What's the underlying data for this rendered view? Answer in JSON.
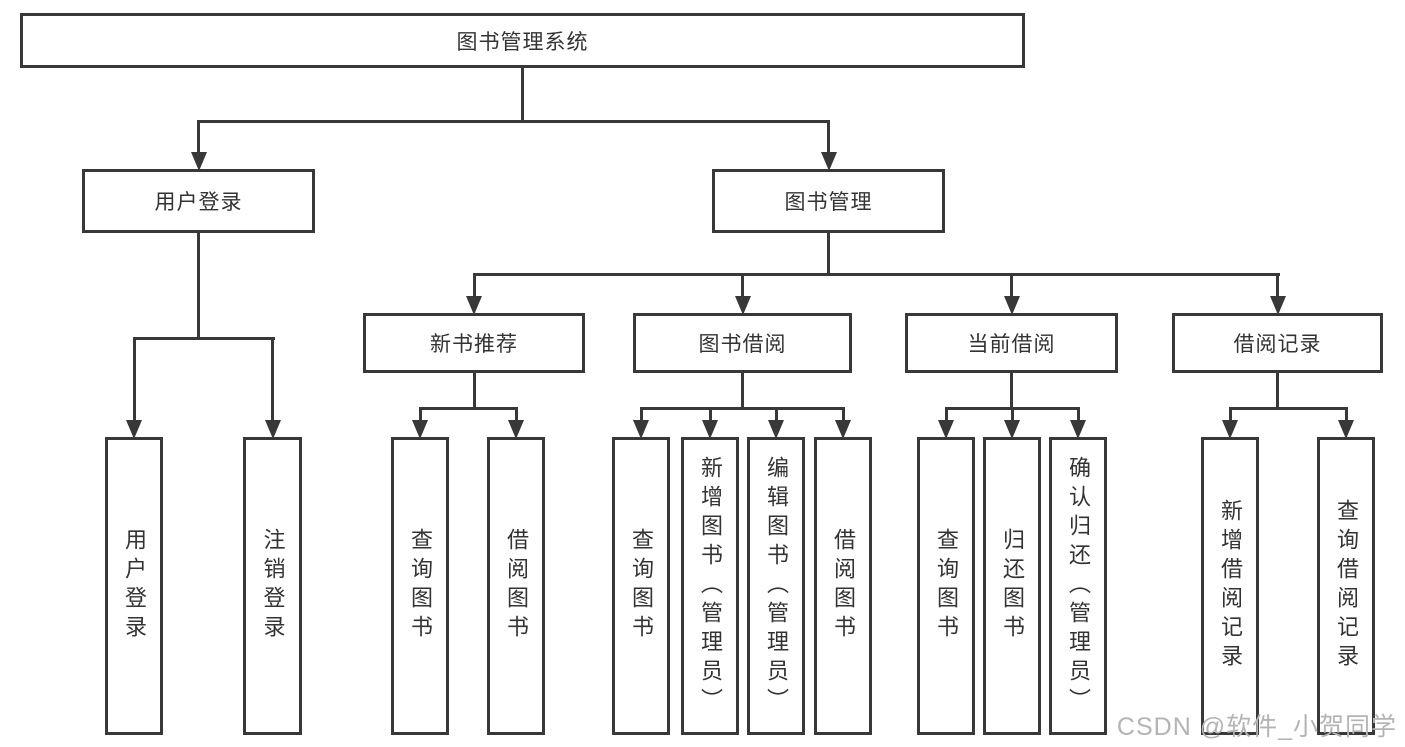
{
  "diagram": {
    "title": "图书管理系统",
    "nodes": [
      {
        "id": "root",
        "label": "图书管理系统",
        "children": [
          "login",
          "mgmt"
        ]
      },
      {
        "id": "login",
        "label": "用户登录",
        "children": [
          "login-user",
          "login-logout"
        ]
      },
      {
        "id": "mgmt",
        "label": "图书管理",
        "children": [
          "rec",
          "borrow",
          "current",
          "records"
        ]
      },
      {
        "id": "rec",
        "label": "新书推荐",
        "children": [
          "rec-query",
          "rec-borrow"
        ]
      },
      {
        "id": "borrow",
        "label": "图书借阅",
        "children": [
          "borrow-query",
          "borrow-add",
          "borrow-edit",
          "borrow-borrow"
        ]
      },
      {
        "id": "current",
        "label": "当前借阅",
        "children": [
          "current-query",
          "current-return",
          "current-confirm"
        ]
      },
      {
        "id": "records",
        "label": "借阅记录",
        "children": [
          "records-add",
          "records-query"
        ]
      },
      {
        "id": "login-user",
        "label": "用户登录",
        "children": []
      },
      {
        "id": "login-logout",
        "label": "注销登录",
        "children": []
      },
      {
        "id": "rec-query",
        "label": "查询图书",
        "children": []
      },
      {
        "id": "rec-borrow",
        "label": "借阅图书",
        "children": []
      },
      {
        "id": "borrow-query",
        "label": "查询图书",
        "children": []
      },
      {
        "id": "borrow-add",
        "label": "新增图书（管理员）",
        "children": []
      },
      {
        "id": "borrow-edit",
        "label": "编辑图书（管理员）",
        "children": []
      },
      {
        "id": "borrow-borrow",
        "label": "借阅图书",
        "children": []
      },
      {
        "id": "current-query",
        "label": "查询图书",
        "children": []
      },
      {
        "id": "current-return",
        "label": "归还图书",
        "children": []
      },
      {
        "id": "current-confirm",
        "label": "确认归还（管理员）",
        "children": []
      },
      {
        "id": "records-add",
        "label": "新增借阅记录",
        "children": []
      },
      {
        "id": "records-query",
        "label": "查询借阅记录",
        "children": []
      }
    ]
  },
  "watermark": {
    "text": "CSDN @软件_小贺同学",
    "color": "#b4b4b4"
  },
  "colors": {
    "line": "#383838",
    "text": "#333333",
    "background": "#ffffff"
  }
}
